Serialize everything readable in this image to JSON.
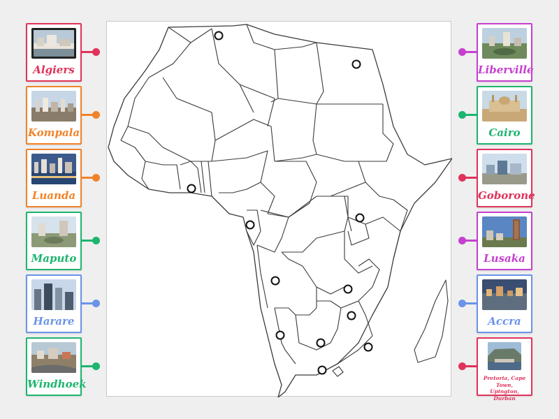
{
  "cards": [
    {
      "id": "algiers",
      "label": "Algiers",
      "color": "#e0335a",
      "icon": "city-photo-algiers"
    },
    {
      "id": "kompala",
      "label": "Kompala",
      "color": "#f0832a",
      "icon": "city-photo-kompala"
    },
    {
      "id": "luanda",
      "label": "Luanda",
      "color": "#f0832a",
      "icon": "city-photo-luanda"
    },
    {
      "id": "maputo",
      "label": "Maputo",
      "color": "#1db56f",
      "icon": "city-photo-maputo"
    },
    {
      "id": "harare",
      "label": "Harare",
      "color": "#6b93e8",
      "icon": "city-photo-harare"
    },
    {
      "id": "windhoek",
      "label": "Windhoek",
      "color": "#1db56f",
      "icon": "city-photo-windhoek"
    },
    {
      "id": "liberville",
      "label": "Liberville",
      "color": "#c640d0",
      "icon": "city-photo-liberville"
    },
    {
      "id": "cairo",
      "label": "Cairo",
      "color": "#1db56f",
      "icon": "city-photo-cairo"
    },
    {
      "id": "goborone",
      "label": "Goborone",
      "color": "#e0335a",
      "icon": "city-photo-goborone"
    },
    {
      "id": "lusaka",
      "label": "Lusaka",
      "color": "#c640d0",
      "icon": "city-photo-lusaka"
    },
    {
      "id": "accra",
      "label": "Accra",
      "color": "#6b93e8",
      "icon": "city-photo-accra"
    },
    {
      "id": "pretoria",
      "label": "Pretoria, Cape Town, Upington, Durban",
      "color": "#e0335a",
      "icon": "city-photo-cape-town"
    }
  ]
}
